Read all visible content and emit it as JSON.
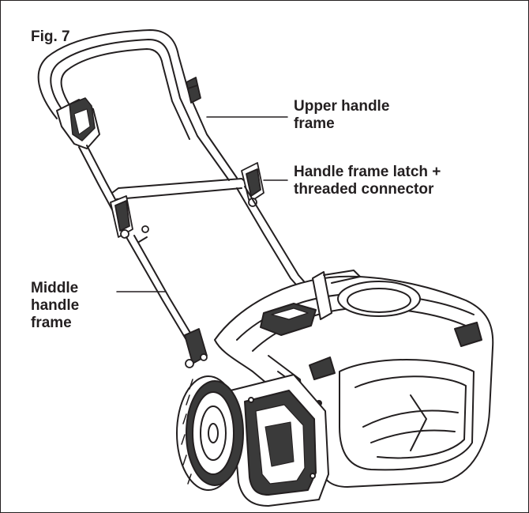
{
  "figure": {
    "label": "Fig. 7"
  },
  "callouts": {
    "upper_handle_frame": {
      "line1": "Upper handle",
      "line2": "frame"
    },
    "handle_frame_latch": {
      "line1": "Handle frame latch +",
      "line2": "threaded connector"
    },
    "middle_handle_frame": {
      "line1": "Middle",
      "line2": "handle",
      "line3": "frame"
    }
  },
  "colors": {
    "ink": "#231f20",
    "fill_dark": "#3a3a3a",
    "fill_light": "#ffffff"
  }
}
